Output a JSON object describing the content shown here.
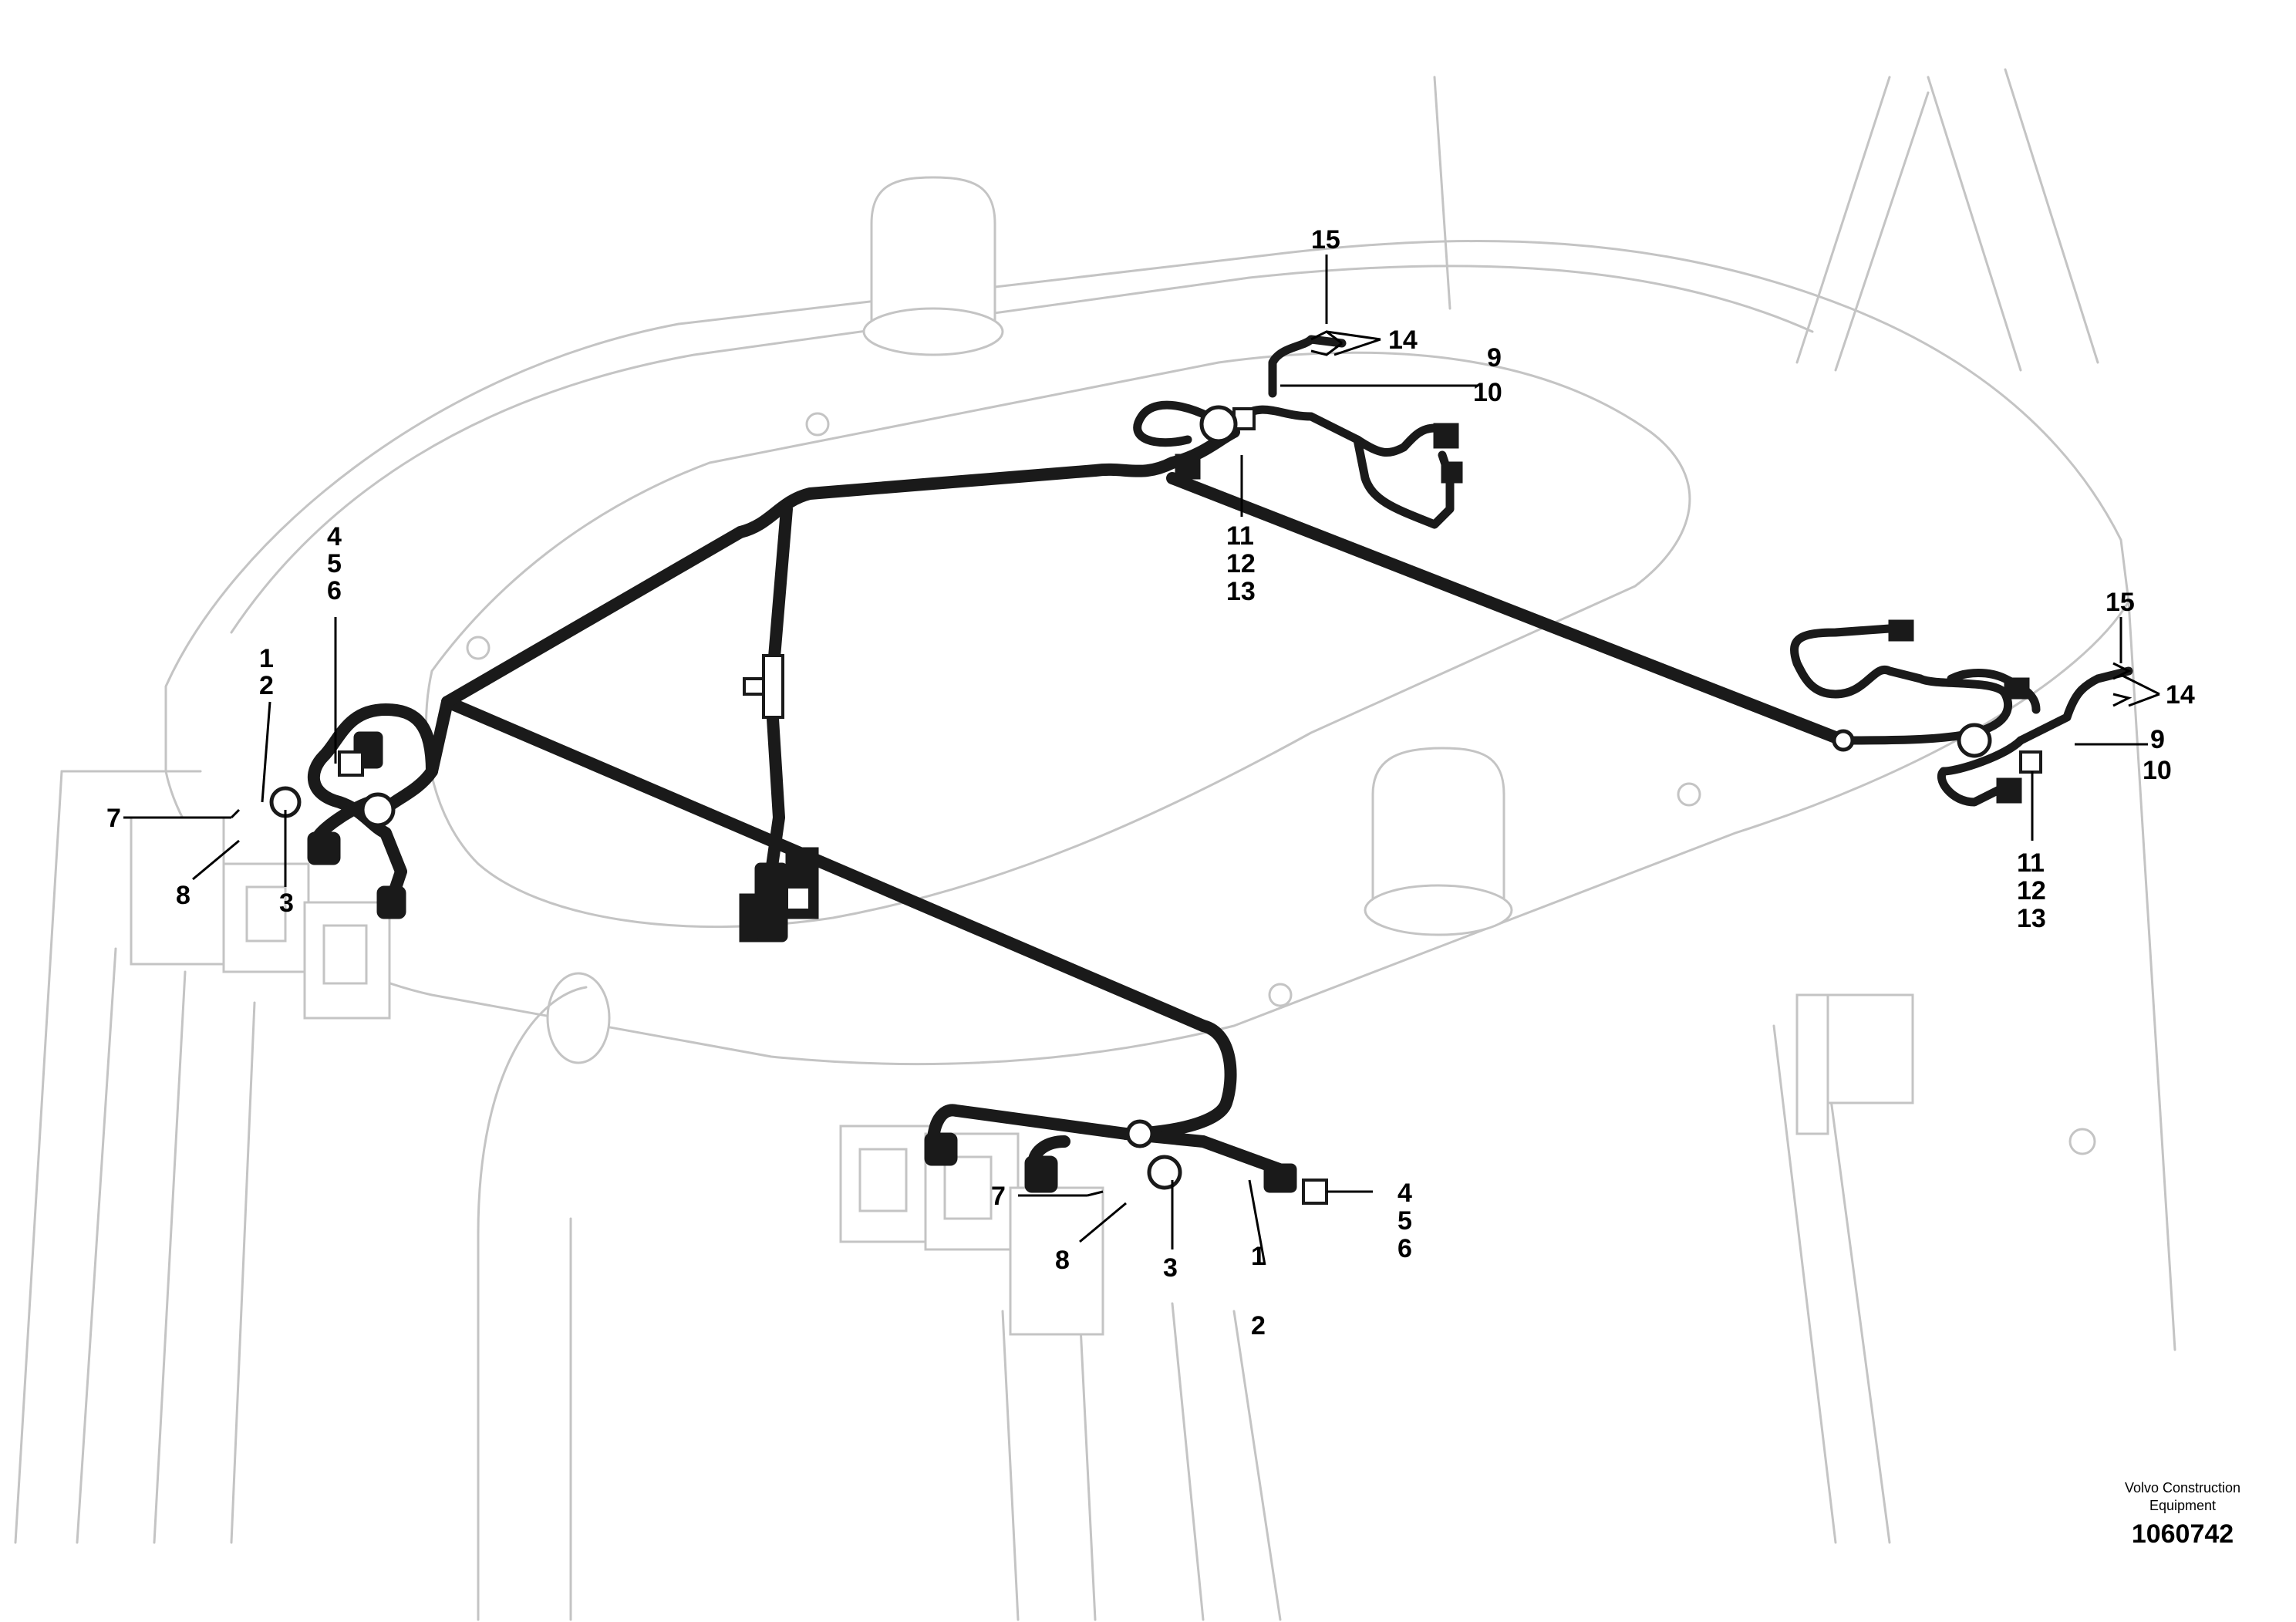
{
  "callouts": {
    "top_15": "15",
    "top_14": "14",
    "top_9": "9",
    "top_10": "10",
    "top_11": "11",
    "top_12": "12",
    "top_13": "13",
    "right_15": "15",
    "right_14": "14",
    "right_9": "9",
    "right_10": "10",
    "right_11": "11",
    "right_12": "12",
    "right_13": "13",
    "left_4": "4",
    "left_5": "5",
    "left_6": "6",
    "left_1": "1",
    "left_2": "2",
    "left_7": "7",
    "left_8": "8",
    "left_3": "3",
    "bottom_7": "7",
    "bottom_8": "8",
    "bottom_3": "3",
    "bottom_1": "1",
    "bottom_2": "2",
    "bottom_4": "4",
    "bottom_5": "5",
    "bottom_6": "6"
  },
  "footer": {
    "company_line1": "Volvo Construction",
    "company_line2": "Equipment",
    "drawing_number": "1060742"
  },
  "colors": {
    "outline": "#c4c4c4",
    "harness": "#1a1a1a",
    "text": "#000000"
  }
}
